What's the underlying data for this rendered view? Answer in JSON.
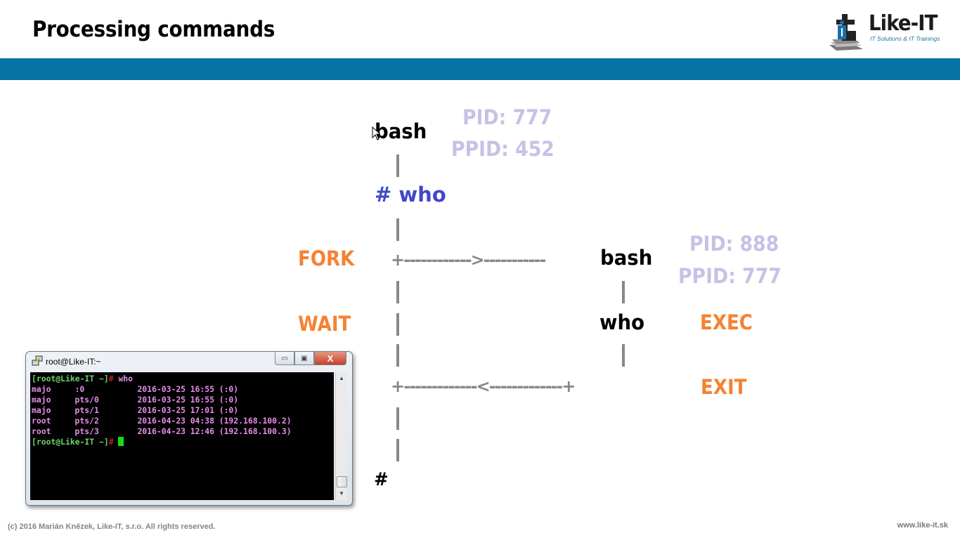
{
  "header": {
    "title": "Processing commands",
    "logo_name": "Like-IT",
    "logo_tagline": "IT Solutions & IT Trainings",
    "band_color": "#0572a4"
  },
  "diagram": {
    "parent": {
      "name": "bash",
      "pid": "PID: 777",
      "ppid": "PPID: 452",
      "command": "# who",
      "prompt_end": "#"
    },
    "child": {
      "name": "bash",
      "pid": "PID: 888",
      "ppid": "PPID: 777",
      "command": "who"
    },
    "steps": {
      "fork": "FORK",
      "wait": "WAIT",
      "exec": "EXEC",
      "exit": "EXIT"
    },
    "fork_arrow": "+------------>-----------",
    "exit_arrow": "+-------------<-------------+",
    "colors": {
      "step": "#f58233",
      "pid": "#c9c0e6",
      "command": "#3f48c8",
      "line": "#888888"
    }
  },
  "terminal": {
    "window_title": "root@Like-IT:~",
    "buttons": {
      "minimize": "▭",
      "maximize": "▣",
      "close": "X"
    },
    "prompt": "[root@Like-IT ~]",
    "prompt_symbol": "#",
    "command": " who",
    "rows": [
      {
        "user": "majo",
        "tty": ":0",
        "date": "2016-03-25",
        "time": "16:55",
        "from": "(:0)"
      },
      {
        "user": "majo",
        "tty": "pts/0",
        "date": "2016-03-25",
        "time": "16:55",
        "from": "(:0)"
      },
      {
        "user": "majo",
        "tty": "pts/1",
        "date": "2016-03-25",
        "time": "17:01",
        "from": "(:0)"
      },
      {
        "user": "root",
        "tty": "pts/2",
        "date": "2016-04-23",
        "time": "04:38",
        "from": "(192.168.100.2)"
      },
      {
        "user": "root",
        "tty": "pts/3",
        "date": "2016-04-23",
        "time": "12:46",
        "from": "(192.168.100.3)"
      }
    ]
  },
  "footer": {
    "copyright": "(c) 2016 Marián Knězek, Like-IT, s.r.o. All rights reserved.",
    "website": "www.like-it.sk"
  }
}
